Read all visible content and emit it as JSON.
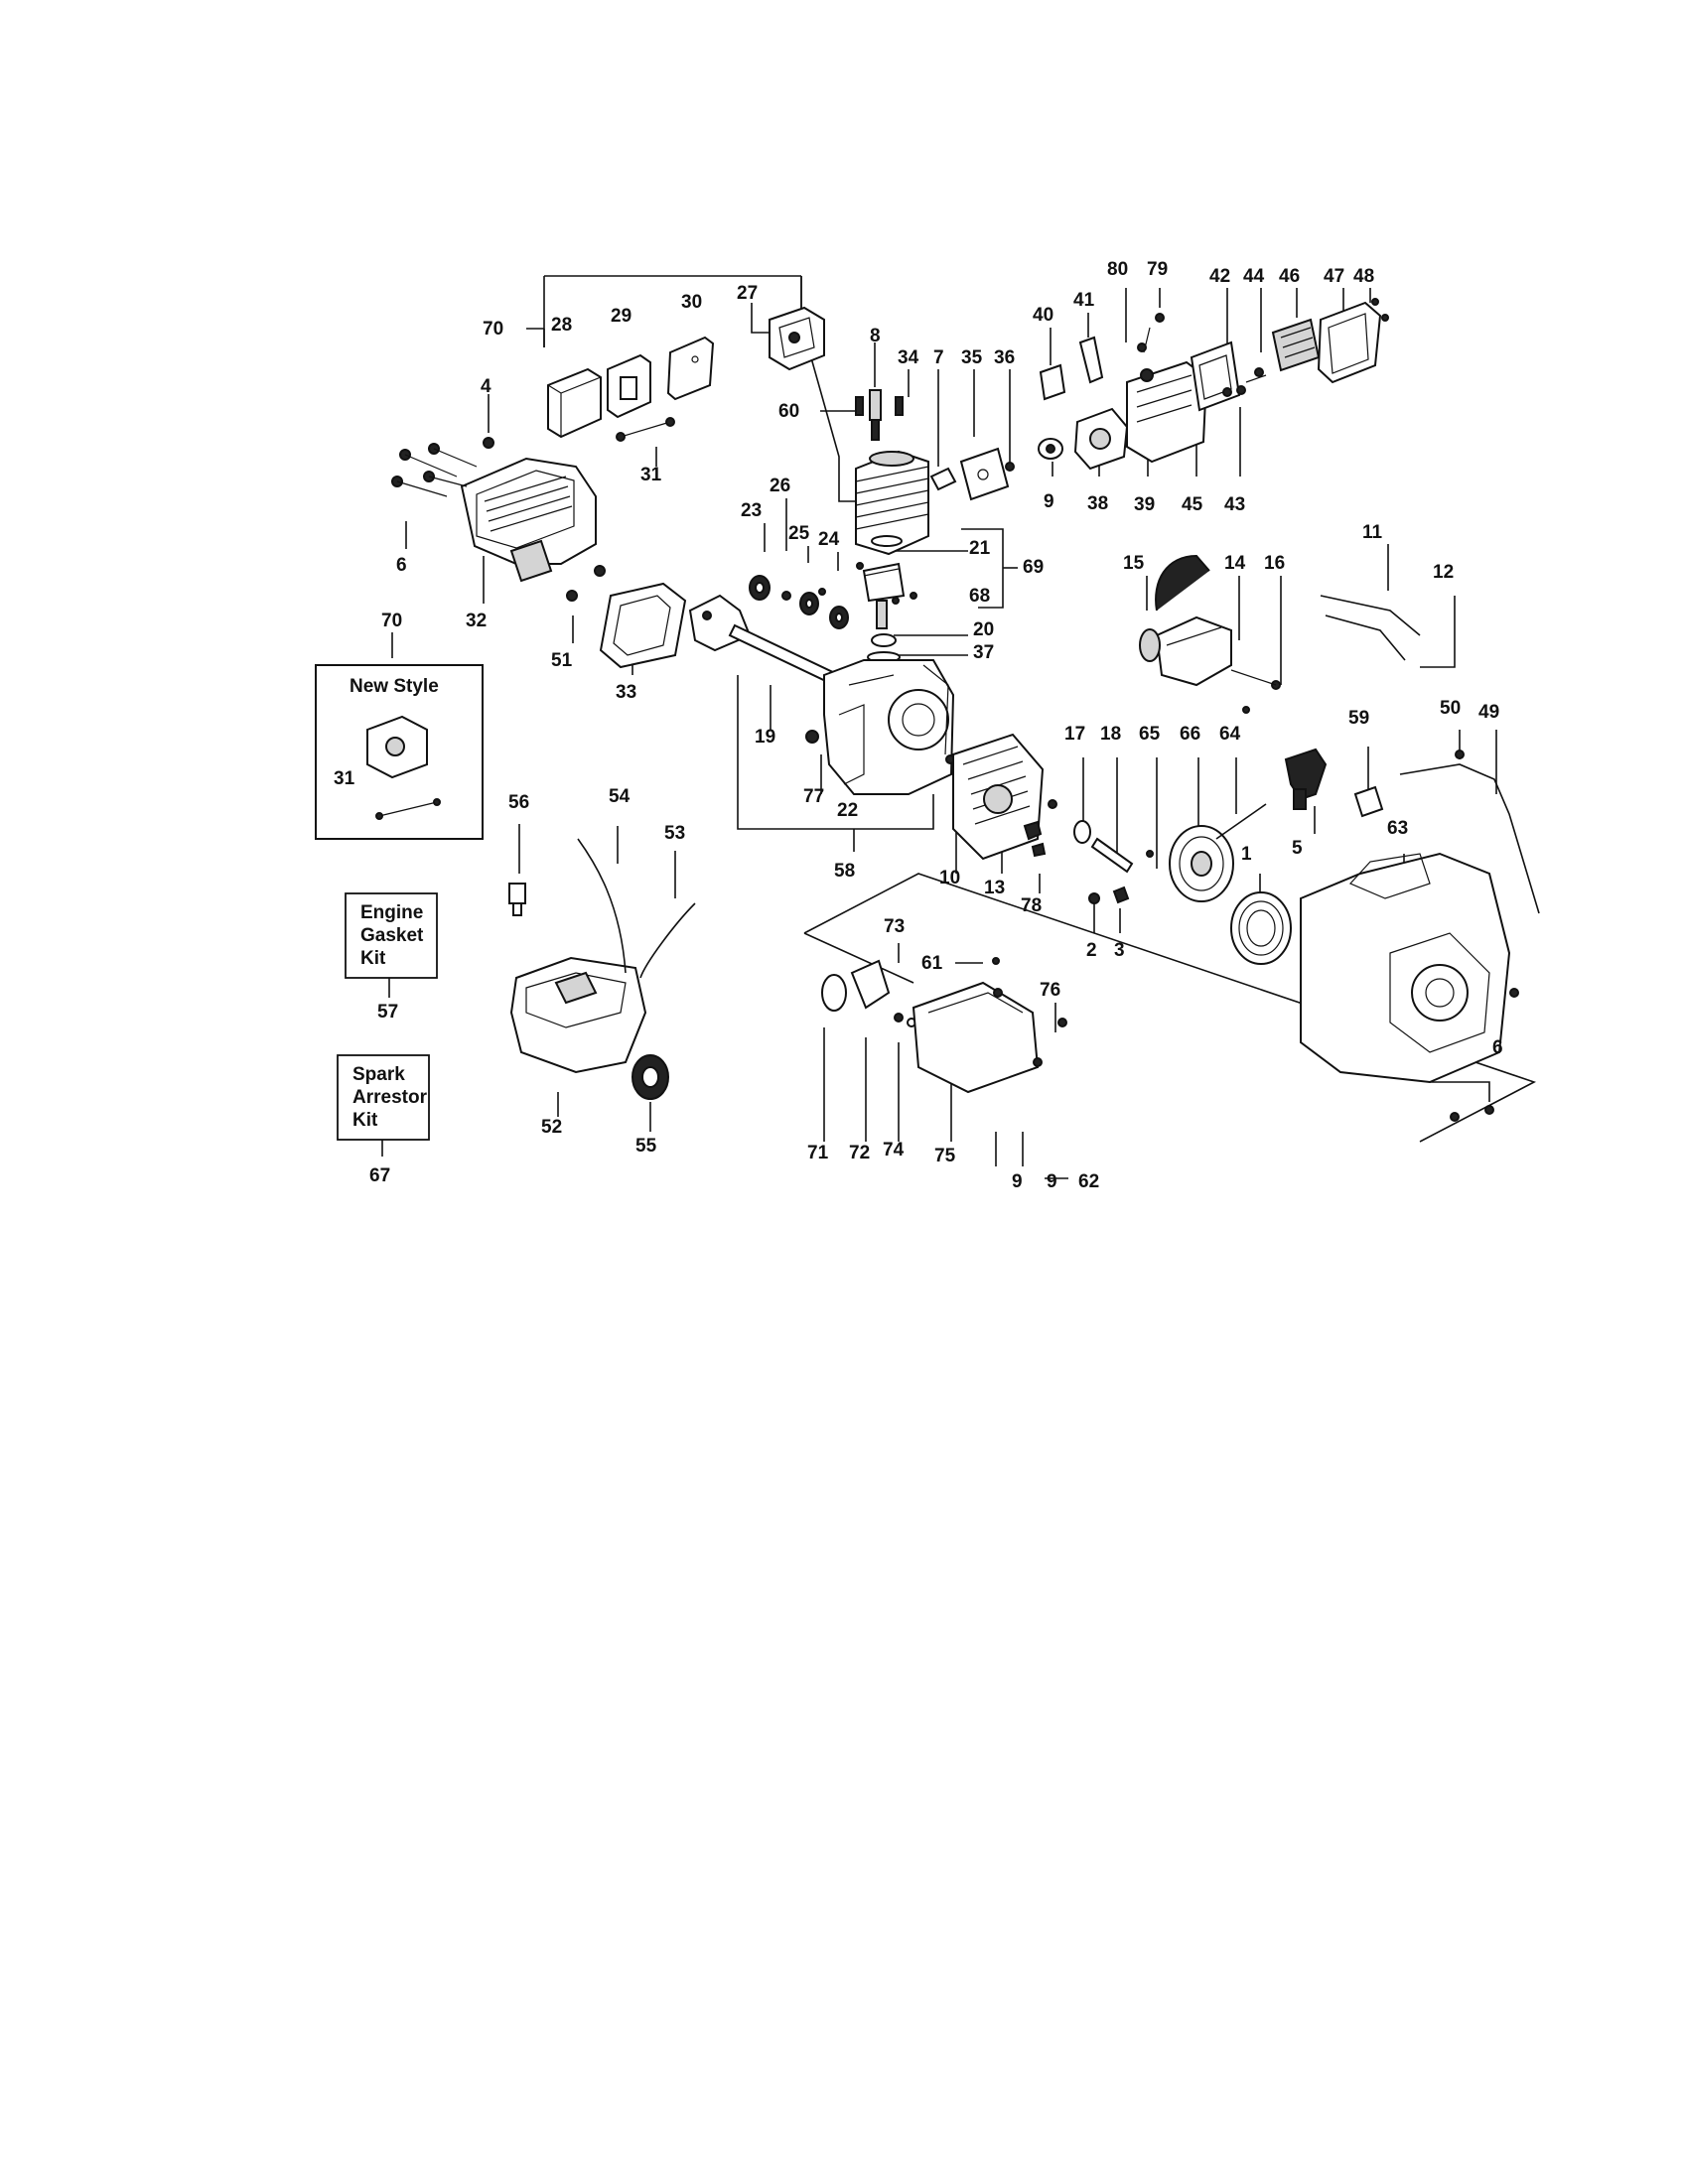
{
  "callouts": [
    {
      "id": "c80",
      "text": "80"
    },
    {
      "id": "c79",
      "text": "79"
    },
    {
      "id": "c42",
      "text": "42"
    },
    {
      "id": "c44",
      "text": "44"
    },
    {
      "id": "c46",
      "text": "46"
    },
    {
      "id": "c47",
      "text": "47"
    },
    {
      "id": "c48",
      "text": "48"
    },
    {
      "id": "c70a",
      "text": "70"
    },
    {
      "id": "c28",
      "text": "28"
    },
    {
      "id": "c29",
      "text": "29"
    },
    {
      "id": "c30",
      "text": "30"
    },
    {
      "id": "c27",
      "text": "27"
    },
    {
      "id": "c8",
      "text": "8"
    },
    {
      "id": "c40",
      "text": "40"
    },
    {
      "id": "c41",
      "text": "41"
    },
    {
      "id": "c34",
      "text": "34"
    },
    {
      "id": "c7",
      "text": "7"
    },
    {
      "id": "c35",
      "text": "35"
    },
    {
      "id": "c36",
      "text": "36"
    },
    {
      "id": "c4",
      "text": "4"
    },
    {
      "id": "c60",
      "text": "60"
    },
    {
      "id": "c31a",
      "text": "31"
    },
    {
      "id": "c9a",
      "text": "9"
    },
    {
      "id": "c38",
      "text": "38"
    },
    {
      "id": "c39",
      "text": "39"
    },
    {
      "id": "c45",
      "text": "45"
    },
    {
      "id": "c43",
      "text": "43"
    },
    {
      "id": "c26",
      "text": "26"
    },
    {
      "id": "c23",
      "text": "23"
    },
    {
      "id": "c25",
      "text": "25"
    },
    {
      "id": "c24",
      "text": "24"
    },
    {
      "id": "c21",
      "text": "21"
    },
    {
      "id": "c69",
      "text": "69"
    },
    {
      "id": "c6a",
      "text": "6"
    },
    {
      "id": "c11",
      "text": "11"
    },
    {
      "id": "c12",
      "text": "12"
    },
    {
      "id": "c15",
      "text": "15"
    },
    {
      "id": "c14",
      "text": "14"
    },
    {
      "id": "c16",
      "text": "16"
    },
    {
      "id": "c68",
      "text": "68"
    },
    {
      "id": "c32",
      "text": "32"
    },
    {
      "id": "c51",
      "text": "51"
    },
    {
      "id": "c20",
      "text": "20"
    },
    {
      "id": "c37",
      "text": "37"
    },
    {
      "id": "c70b",
      "text": "70"
    },
    {
      "id": "c33",
      "text": "33"
    },
    {
      "id": "c19",
      "text": "19"
    },
    {
      "id": "c50",
      "text": "50"
    },
    {
      "id": "c49",
      "text": "49"
    },
    {
      "id": "c59",
      "text": "59"
    },
    {
      "id": "c17",
      "text": "17"
    },
    {
      "id": "c18",
      "text": "18"
    },
    {
      "id": "c65",
      "text": "65"
    },
    {
      "id": "c66",
      "text": "66"
    },
    {
      "id": "c64",
      "text": "64"
    },
    {
      "id": "c31b",
      "text": "31"
    },
    {
      "id": "c77",
      "text": "77"
    },
    {
      "id": "c22",
      "text": "22"
    },
    {
      "id": "c56",
      "text": "56"
    },
    {
      "id": "c54",
      "text": "54"
    },
    {
      "id": "c53",
      "text": "53"
    },
    {
      "id": "c5",
      "text": "5"
    },
    {
      "id": "c63",
      "text": "63"
    },
    {
      "id": "c58",
      "text": "58"
    },
    {
      "id": "c10",
      "text": "10"
    },
    {
      "id": "c13",
      "text": "13"
    },
    {
      "id": "c78",
      "text": "78"
    },
    {
      "id": "c1",
      "text": "1"
    },
    {
      "id": "c73",
      "text": "73"
    },
    {
      "id": "c61",
      "text": "61"
    },
    {
      "id": "c2",
      "text": "2"
    },
    {
      "id": "c3",
      "text": "3"
    },
    {
      "id": "c76",
      "text": "76"
    },
    {
      "id": "c6b",
      "text": "6"
    },
    {
      "id": "c57",
      "text": "57"
    },
    {
      "id": "c52",
      "text": "52"
    },
    {
      "id": "c55",
      "text": "55"
    },
    {
      "id": "c71",
      "text": "71"
    },
    {
      "id": "c72",
      "text": "72"
    },
    {
      "id": "c74",
      "text": "74"
    },
    {
      "id": "c75",
      "text": "75"
    },
    {
      "id": "c9b",
      "text": "9"
    },
    {
      "id": "c9c",
      "text": "9"
    },
    {
      "id": "c62",
      "text": "62"
    },
    {
      "id": "c67",
      "text": "67"
    }
  ],
  "inset": {
    "title": "New Style"
  },
  "kits": {
    "engine_gasket": [
      "Engine",
      "Gasket",
      "Kit"
    ],
    "spark_arrestor": [
      "Spark",
      "Arrestor",
      "Kit"
    ]
  }
}
